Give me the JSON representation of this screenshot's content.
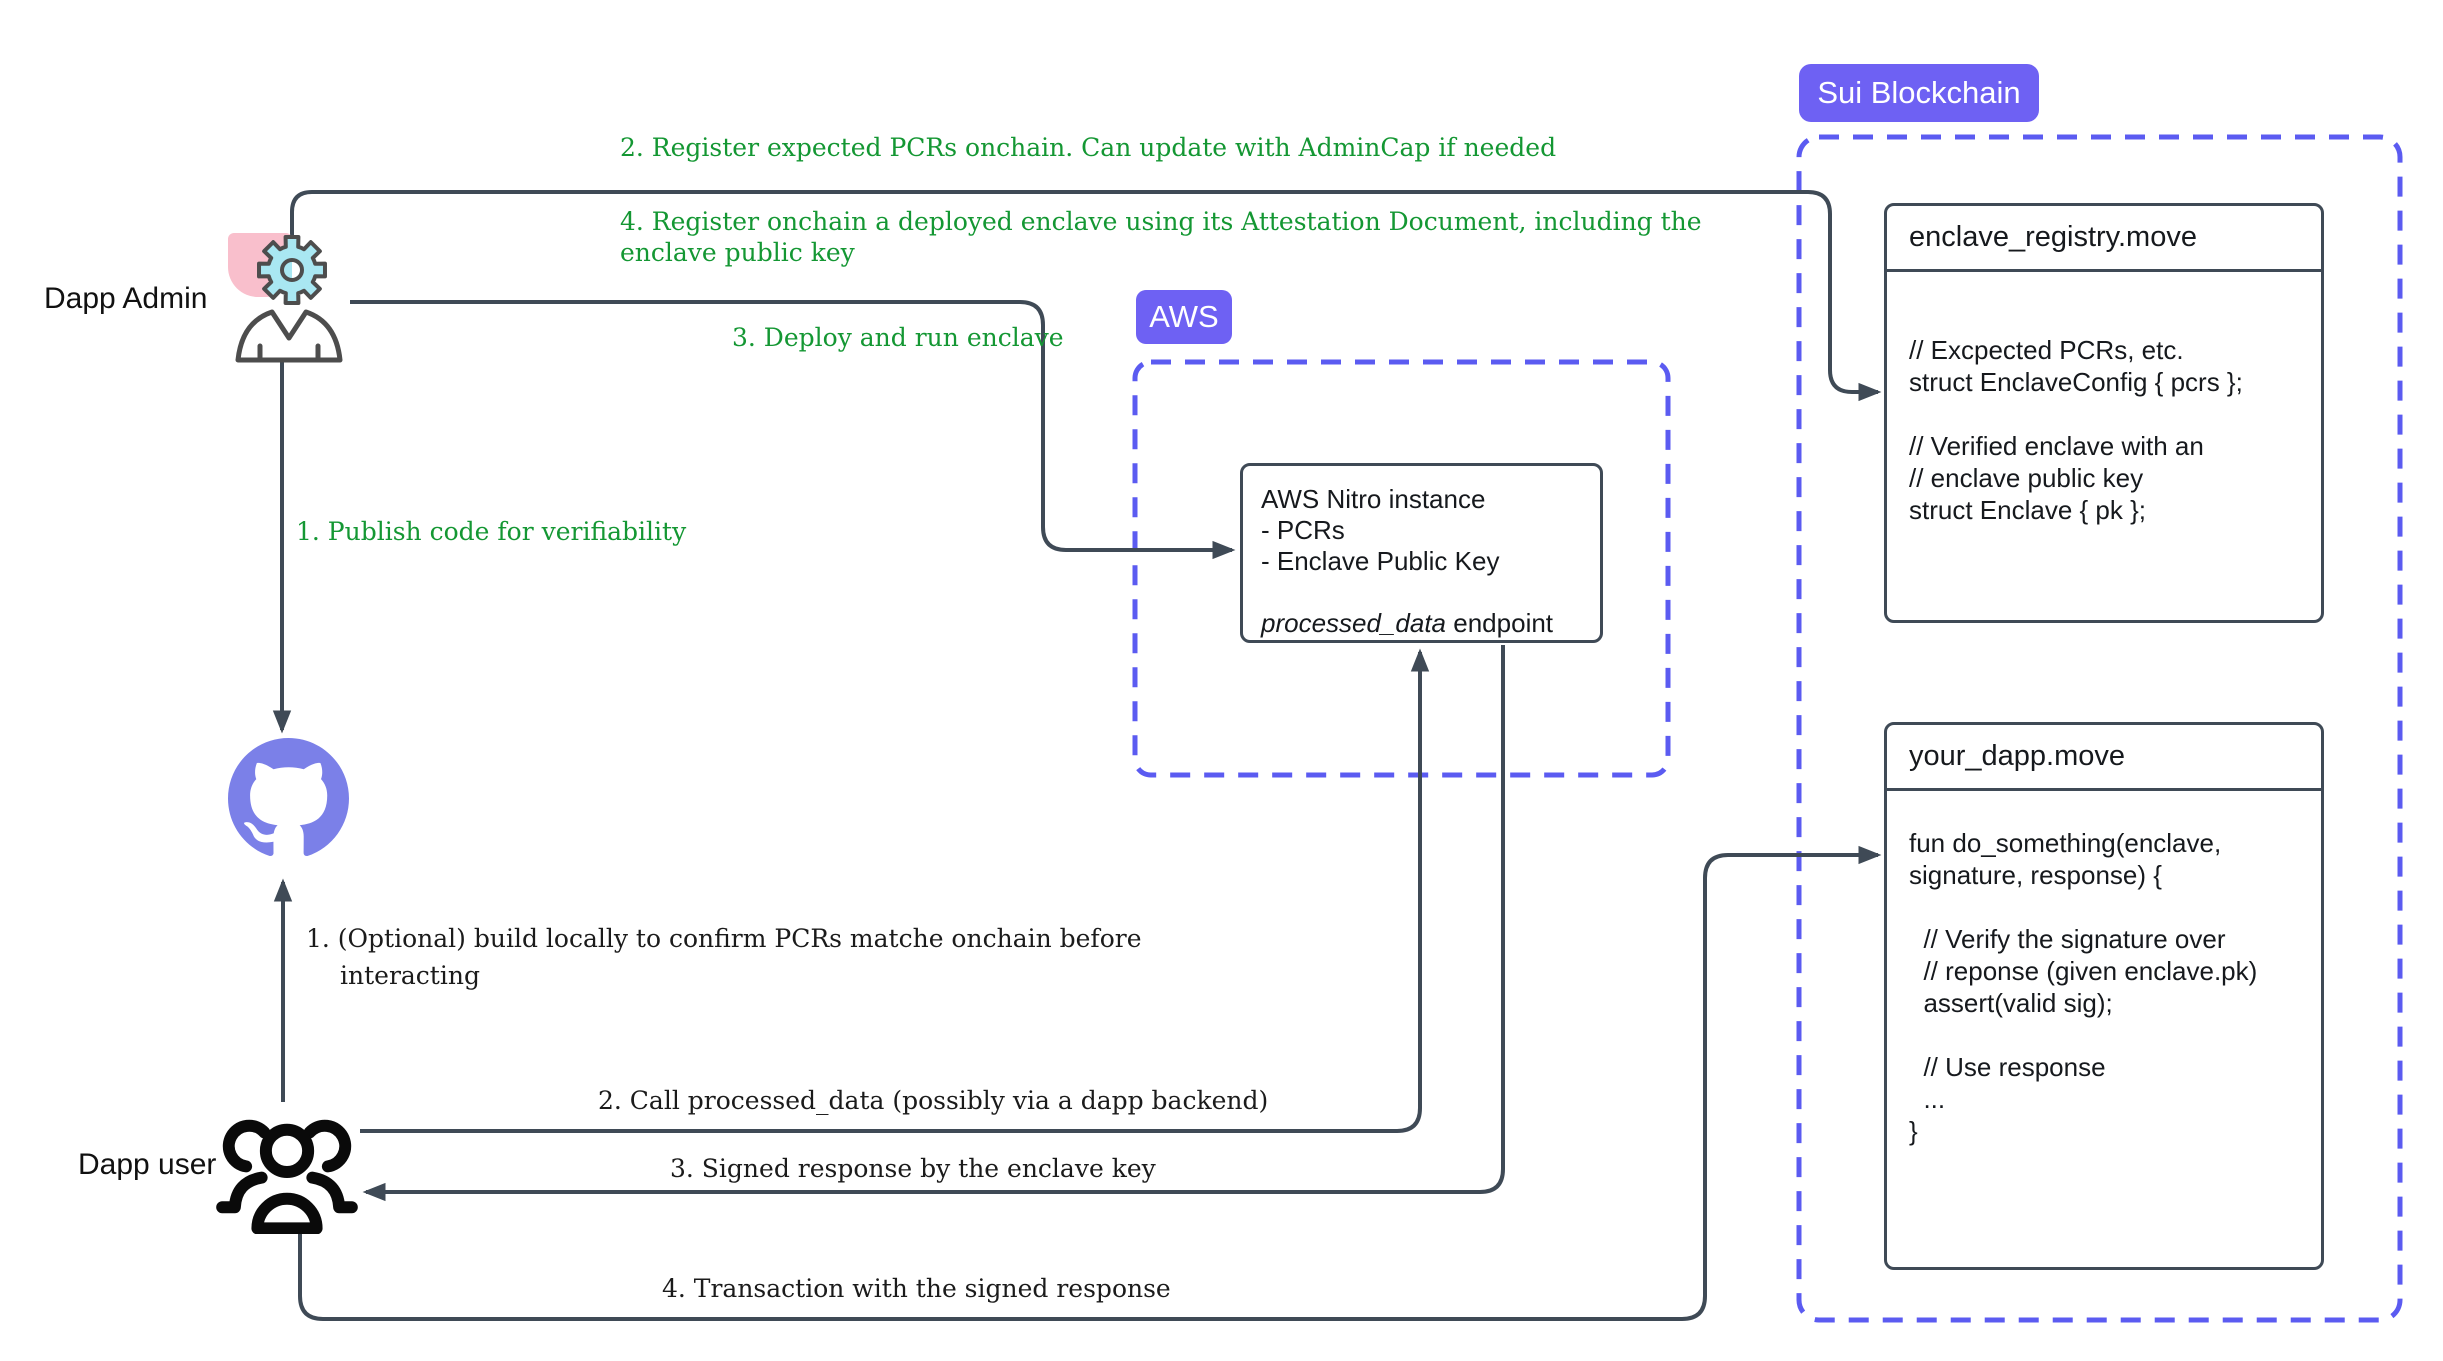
{
  "colors": {
    "accent_purple": "#6e61f3",
    "dashed_purple": "#5b5bf1",
    "connector": "#3f4a56",
    "green_text": "#149733",
    "github_purple": "#7b80e8",
    "gear_cyan": "#a9e7f2",
    "pink": "#f9bfcc"
  },
  "actors": {
    "admin": {
      "label": "Dapp Admin"
    },
    "user": {
      "label": "Dapp user"
    }
  },
  "badges": {
    "aws": "AWS",
    "sui": "Sui Blockchain"
  },
  "flow_labels": {
    "publish": "1. Publish code for verifiability",
    "register_pcrs": "2. Register expected PCRs onchain. Can update with AdminCap if needed",
    "deploy": "3. Deploy and run enclave",
    "register_enclave_lines": [
      "4. Register onchain a deployed enclave using its Attestation Document, including the",
      "enclave public key"
    ],
    "build_locally_lines": [
      "1. (Optional) build locally to confirm PCRs matche onchain before",
      "interacting"
    ],
    "call_endpoint": "2. Call processed_data (possibly via a dapp backend)",
    "signed_response": "3. Signed response by the enclave key",
    "transaction": "4. Transaction with the signed response"
  },
  "aws_box": {
    "title": "AWS Nitro instance",
    "lines": [
      "- PCRs",
      "- Enclave Public Key"
    ],
    "endpoint_name": "processed_data",
    "endpoint_suffix": "endpoint"
  },
  "registry_box": {
    "title": "enclave_registry.move",
    "code": [
      "// Excpected PCRs, etc.",
      "struct EnclaveConfig { pcrs };",
      "",
      "// Verified enclave with an",
      "// enclave public key",
      "struct Enclave { pk };"
    ]
  },
  "dapp_box": {
    "title": "your_dapp.move",
    "code": [
      "fun do_something(enclave,",
      "signature, response) {",
      "",
      "  // Verify the signature over",
      "  // reponse (given enclave.pk)",
      "  assert(valid sig);",
      "",
      "  // Use response",
      "  ...",
      "}"
    ]
  },
  "icons": {
    "admin": "person-with-gear-icon",
    "github": "github-octocat-icon",
    "user": "people-group-icon"
  }
}
